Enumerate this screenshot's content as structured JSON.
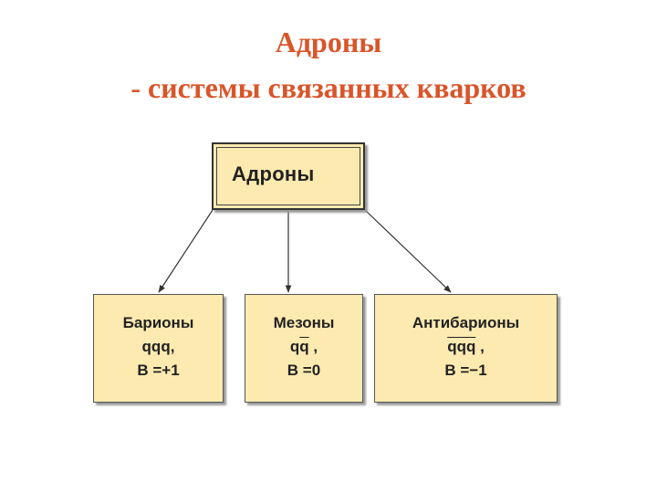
{
  "title": {
    "line1": "Адроны",
    "line2": "- системы связанных кварков"
  },
  "diagram": {
    "root": {
      "label": "Адроны"
    },
    "children": [
      {
        "name": "Барионы",
        "quarks": "qqq,",
        "quantum": "B =+1"
      },
      {
        "name": "Мезоны",
        "quark": "q",
        "antiquark": "q",
        "suffix": " ,",
        "quantum": "B =0"
      },
      {
        "name": "Антибарионы",
        "antiquarks": "qqq",
        "suffix": " ,",
        "quantum": "B =−1"
      }
    ]
  }
}
